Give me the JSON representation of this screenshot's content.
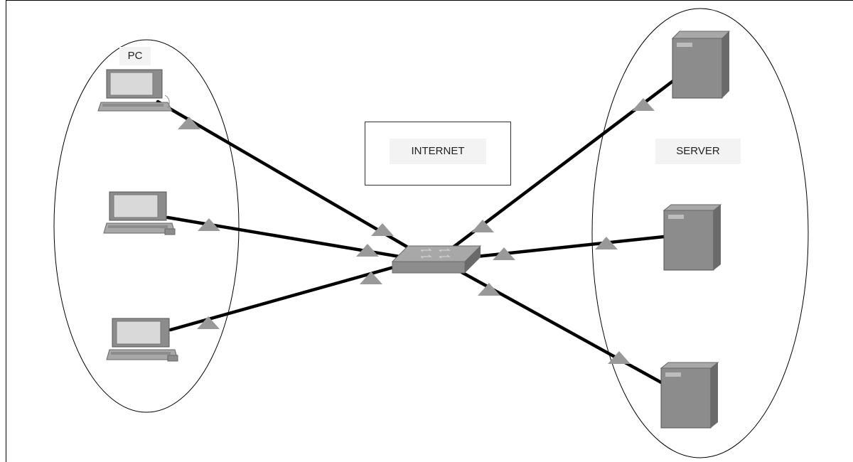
{
  "labels": {
    "pc": "PC",
    "internet": "INTERNET",
    "server": "SERVER"
  },
  "icons": {
    "pc": "desktop-computer-icon",
    "server": "tower-server-icon",
    "switch": "network-switch-icon",
    "link_marker": "triangle-marker-icon"
  },
  "colors": {
    "link": "#000000",
    "device_body": "#8c8c8c",
    "device_dark": "#6a6a6a",
    "device_light": "#a8a8a8",
    "screen": "#d9d9d9",
    "marker": "#999999"
  }
}
